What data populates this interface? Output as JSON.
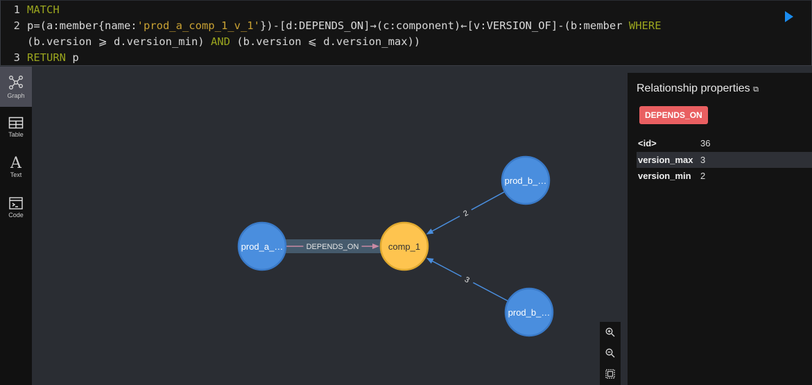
{
  "editor": {
    "line_numbers": [
      "1",
      "2",
      "3"
    ],
    "line1": "MATCH",
    "line2a": "p=(a:member{name:",
    "line2b": "'prod_a_comp_1_v_1'",
    "line2c": "})-[d:DEPENDS_ON]→(c:component)←[v:VERSION_OF]-(b:member ",
    "line2d": "WHERE",
    "line2e": "(b.version ⩾ d.version_min) ",
    "line2f": "AND",
    "line2g": " (b.version ⩽ d.version_max))",
    "line3a": "RETURN",
    "line3b": " p"
  },
  "sidebar": {
    "items": [
      {
        "label": "Graph",
        "icon": "graph-icon"
      },
      {
        "label": "Table",
        "icon": "table-icon"
      },
      {
        "label": "Text",
        "icon": "text-icon"
      },
      {
        "label": "Code",
        "icon": "code-icon"
      }
    ]
  },
  "graph": {
    "nodes": [
      {
        "id": "a",
        "label": "prod_a_…",
        "color": "#4a8ede",
        "border": "#3a7ac8",
        "text": "#ffffff"
      },
      {
        "id": "c",
        "label": "comp_1",
        "color": "#fec44f",
        "border": "#e0a92f",
        "text": "#333333"
      },
      {
        "id": "b1",
        "label": "prod_b_…",
        "color": "#4a8ede",
        "border": "#3a7ac8",
        "text": "#ffffff"
      },
      {
        "id": "b2",
        "label": "prod_b_…",
        "color": "#4a8ede",
        "border": "#3a7ac8",
        "text": "#ffffff"
      }
    ],
    "edges": [
      {
        "from": "a",
        "to": "c",
        "label": "DEPENDS_ON",
        "color": "#c98aa4",
        "selected": true
      },
      {
        "from": "b1",
        "to": "c",
        "label": "2",
        "color": "#4a8ede"
      },
      {
        "from": "b2",
        "to": "c",
        "label": "3",
        "color": "#4a8ede"
      }
    ]
  },
  "panel": {
    "title": "Relationship properties",
    "badge": "DEPENDS_ON",
    "badge_color": "#e95f61",
    "props": [
      {
        "key": "<id>",
        "value": "36"
      },
      {
        "key": "version_max",
        "value": "3"
      },
      {
        "key": "version_min",
        "value": "2"
      }
    ]
  }
}
